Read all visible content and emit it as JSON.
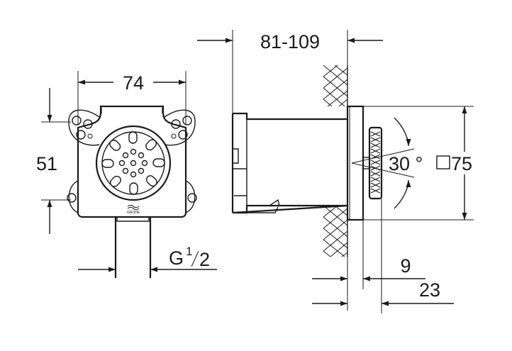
{
  "dimensions": {
    "front_width": "74",
    "front_height": "51",
    "depth_range": "81-109",
    "thread_prefix": "G",
    "thread_num": "1",
    "thread_den": "2",
    "angle": "30 °",
    "square_size": "75",
    "offset_small": "9",
    "offset_large": "23"
  },
  "logo": {
    "text": "GROHE"
  },
  "colors": {
    "line": "#1a1a1a",
    "background": "#ffffff"
  }
}
